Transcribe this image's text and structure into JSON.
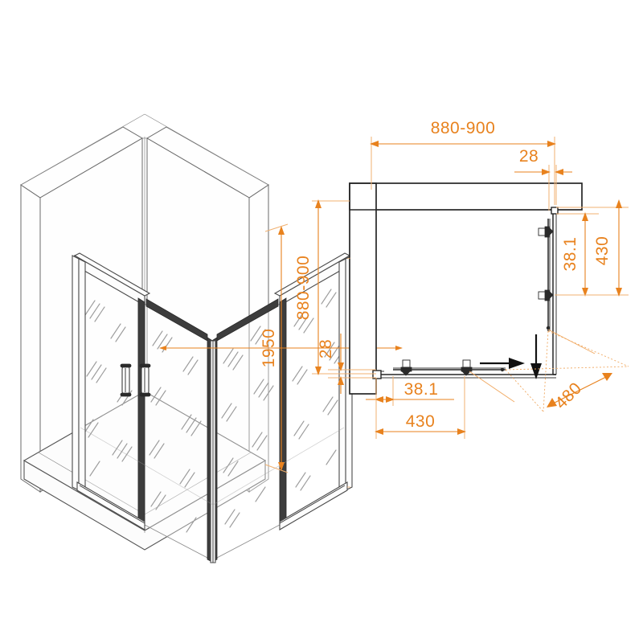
{
  "document": {
    "type": "technical-drawing",
    "subject": "Corner entry sliding shower enclosure",
    "units": "mm",
    "accent_color": "#e8821e",
    "line_color": "#262626"
  },
  "views": {
    "isometric": {
      "name": "isometric-view",
      "description": "3D isometric view of square corner shower enclosure with two sliding glass doors, handles, aluminium frame and shower tray"
    },
    "plan": {
      "name": "plan-view",
      "description": "Top-down plan view of shower enclosure showing door panel positions, rollers, sliding direction arrows and opening width"
    }
  },
  "dimensions": {
    "iso_height": {
      "label": "1950",
      "view": "isometric",
      "orientation": "vertical"
    },
    "iso_width": {
      "label": "880-900",
      "view": "isometric",
      "orientation": "vertical"
    },
    "plan_top_width": {
      "label": "880-900",
      "view": "plan",
      "orientation": "horizontal"
    },
    "plan_top_offset": {
      "label": "28",
      "view": "plan",
      "orientation": "horizontal"
    },
    "plan_left_height": {
      "label": "880-900",
      "view": "plan",
      "orientation": "vertical"
    },
    "plan_left_offset": {
      "label": "28",
      "view": "plan",
      "orientation": "vertical"
    },
    "plan_right_inner": {
      "label": "38.1",
      "view": "plan",
      "orientation": "vertical"
    },
    "plan_right_outer": {
      "label": "430",
      "view": "plan",
      "orientation": "vertical"
    },
    "plan_bottom_inner": {
      "label": "38.1",
      "view": "plan",
      "orientation": "horizontal"
    },
    "plan_bottom_outer": {
      "label": "430",
      "view": "plan",
      "orientation": "horizontal"
    },
    "plan_diagonal": {
      "label": "480",
      "view": "plan",
      "orientation": "diagonal-45"
    }
  },
  "annotations": {
    "slide_arrow_vertical": "downward sliding direction arrow",
    "slide_arrow_horizontal": "rightward sliding direction arrow"
  }
}
